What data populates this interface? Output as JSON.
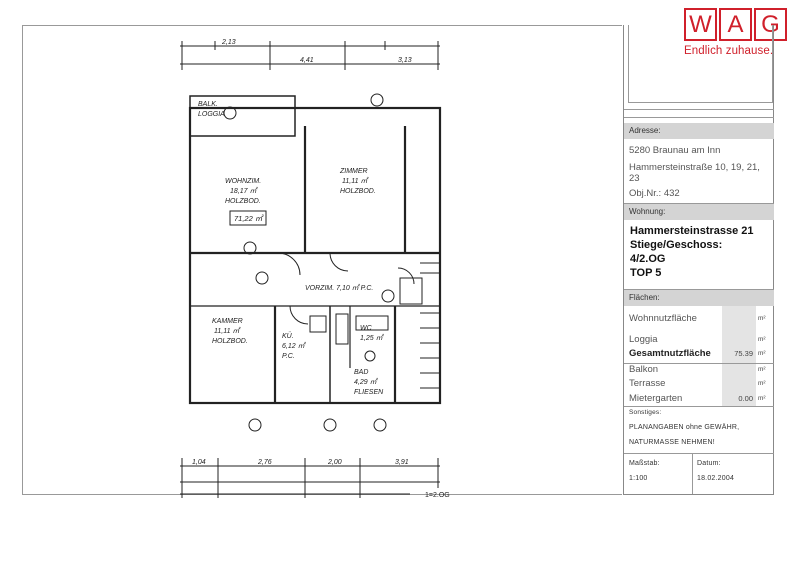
{
  "logo": {
    "letters": [
      "W",
      "A",
      "G"
    ],
    "slogan": "Endlich zuhause.",
    "brand_color": "#d0202b"
  },
  "plan": {
    "rooms": {
      "balkon": [
        "BALK.",
        "LOGGIA"
      ],
      "wohnzimmer": [
        "WOHNZIM.",
        "18,17 ㎡",
        "HOLZBOD."
      ],
      "zimmer": [
        "ZIMMER",
        "11,11 ㎡",
        "HOLZBOD."
      ],
      "vorzimmer": "VORZIM. 7,10 ㎡ P.C.",
      "kammer": [
        "KAMMER",
        "11,11 ㎡",
        "HOLZBOD."
      ],
      "kueche": [
        "KÜ.",
        "6,12 ㎡",
        "P.C."
      ],
      "bad": [
        "BAD",
        "4,29 ㎡",
        "FLIESEN"
      ],
      "wc": [
        "WC",
        "1,25 ㎡"
      ]
    },
    "area_tag": "71,22 ㎡",
    "level_label": "1=2.OG",
    "dims_top": [
      "2,13",
      "4,41",
      "3,13"
    ],
    "dims_bottom": [
      "1,04",
      "2,76",
      "2,00",
      "3,91"
    ]
  },
  "address": {
    "header": "Adresse:",
    "city": "5280 Braunau am Inn",
    "street": "Hammersteinstraße 10, 19, 21, 23",
    "obj_nr": "Obj.Nr.: 432"
  },
  "wohnung": {
    "header": "Wohnung:",
    "line1": "Hammersteinstrasse 21",
    "line2": "Stiege/Geschoss:",
    "line3": "4/2.OG",
    "line4": "TOP 5"
  },
  "flaechen": {
    "header": "Flächen:",
    "rows": [
      {
        "label": "Wohnnutzfläche",
        "value": "",
        "unit": "m²"
      },
      {
        "label": "Loggia",
        "value": "",
        "unit": "m²"
      },
      {
        "label": "Gesamtnutzfläche",
        "value": "75.39",
        "unit": "m²"
      },
      {
        "label": "Balkon",
        "value": "",
        "unit": "m²"
      },
      {
        "label": "Terrasse",
        "value": "",
        "unit": "m²"
      },
      {
        "label": "Mietergarten",
        "value": "0.00",
        "unit": "m²"
      }
    ]
  },
  "sonstiges": {
    "header": "Sonstiges:",
    "line1": "PLANANGABEN ohne GEWÄHR,",
    "line2": "NATURMASSE NEHMEN!"
  },
  "footer": {
    "massstab_label": "Maßstab:",
    "massstab_value": "1:100",
    "datum_label": "Datum:",
    "datum_value": "18.02.2004"
  }
}
